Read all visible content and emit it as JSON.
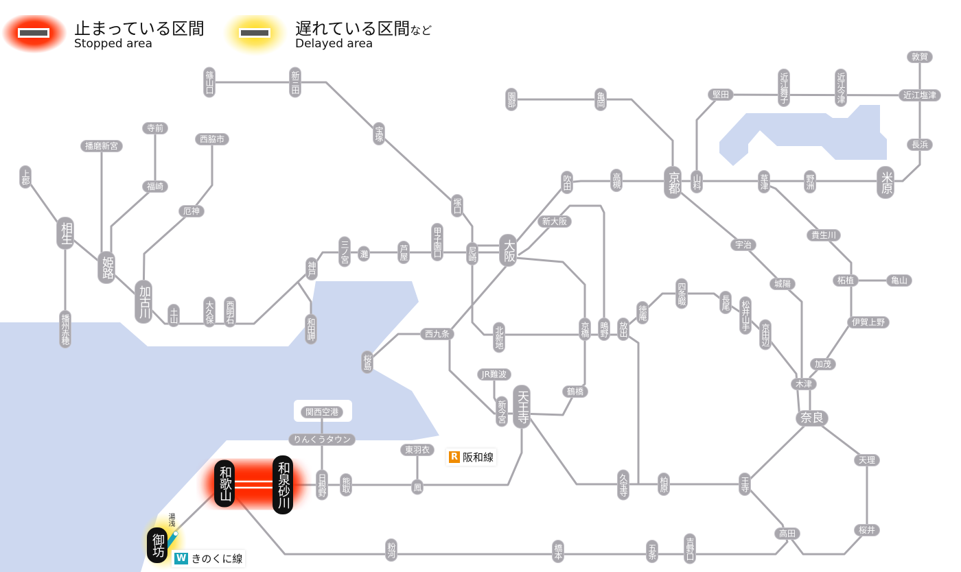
{
  "legend": {
    "stopped": {
      "jp": "止まっている区間",
      "en": "Stopped area",
      "color": "#ff2a00"
    },
    "delayed": {
      "jp": "遅れている区間",
      "jp_suffix": "など",
      "en": "Delayed area",
      "color": "#ffd200"
    }
  },
  "line_labels": {
    "hanwa": {
      "badge": "R",
      "name": "阪和線",
      "color": "#f08c00"
    },
    "kinokuni": {
      "badge": "W",
      "name": "きのくに線",
      "color": "#1aa3b8"
    }
  },
  "colors": {
    "line": "#a9a7ad",
    "water": "#cdd8f0",
    "station": "#a9a7ad"
  },
  "status": {
    "stopped_between": [
      "和歌山",
      "和泉砂川"
    ],
    "delayed_near": [
      "御坊",
      "湯浅"
    ]
  },
  "stations": {
    "sasayamaguchi": "篠山口",
    "shinsanda": "新三田",
    "takarazuka": "宝塚",
    "tsukaguchi": "塚口",
    "amagasaki": "尼崎",
    "osaka": "大阪",
    "shinosaka": "新大阪",
    "suita": "吹田",
    "takatsuki": "高槻",
    "kyoto": "京都",
    "yamashina": "山科",
    "sonobe": "園部",
    "kameoka": "亀岡",
    "katata": "堅田",
    "omimaiko": "近江舞子",
    "omiimazu": "近江今津",
    "omishiotsu": "近江塩津",
    "tsuruga": "敦賀",
    "nagahama": "長浜",
    "maibara": "米原",
    "yasu": "野洲",
    "kusatsu": "草津",
    "uji": "宇治",
    "joyo": "城陽",
    "kibukawa": "貴生川",
    "tsuge": "柘植",
    "kameyama": "亀山",
    "igaueno": "伊賀上野",
    "kamo": "加茂",
    "kizu": "木津",
    "nara": "奈良",
    "tenri": "天理",
    "sakurai": "桜井",
    "takada": "高田",
    "oji": "王寺",
    "kashiwara": "柏原",
    "kyuhoji": "久宝寺",
    "kyotanabe": "京田辺",
    "matsuiyamate": "松井山手",
    "nagao": "長尾",
    "shijonawate": "四条畷",
    "tokuan": "徳庵",
    "hanaten": "放出",
    "shigino": "鴫野",
    "kyobashi": "京橋",
    "kitashinchi": "北新地",
    "nishikujo": "西九条",
    "sakurajima": "桜島",
    "tsuruhashi": "鶴橋",
    "tennoji": "天王寺",
    "shinimamiya": "新今宮",
    "jrnamba": "JR難波",
    "kansaiairport": "関西空港",
    "rinkutown": "りんくうタウン",
    "hineno": "日根野",
    "kumatori": "熊取",
    "higashihagoromo": "東羽衣",
    "otori": "鳳",
    "izumisunagawa": "和泉砂川",
    "wakayama": "和歌山",
    "gobo": "御坊",
    "yuasa": "湯浅",
    "kokawa": "粉河",
    "hashimoto": "橋本",
    "gojo": "五条",
    "yoshinoguchi": "吉野口",
    "koshienguchi": "甲子園口",
    "ashiya": "芦屋",
    "nada": "灘",
    "sannomiya": "三ノ宮",
    "kobe": "神戸",
    "wadamisaki": "和田岬",
    "nishiakashi": "西明石",
    "okubo": "大久保",
    "tsuchiyama": "土山",
    "kakogawa": "加古川",
    "himeji": "姫路",
    "aioi": "相生",
    "kamigori": "上郡",
    "banshuako": "播州赤穂",
    "harimashingu": "播磨新宮",
    "teramae": "寺前",
    "fukusaki": "福崎",
    "nishiwakishi": "西脇市",
    "yakujin": "厄神"
  }
}
